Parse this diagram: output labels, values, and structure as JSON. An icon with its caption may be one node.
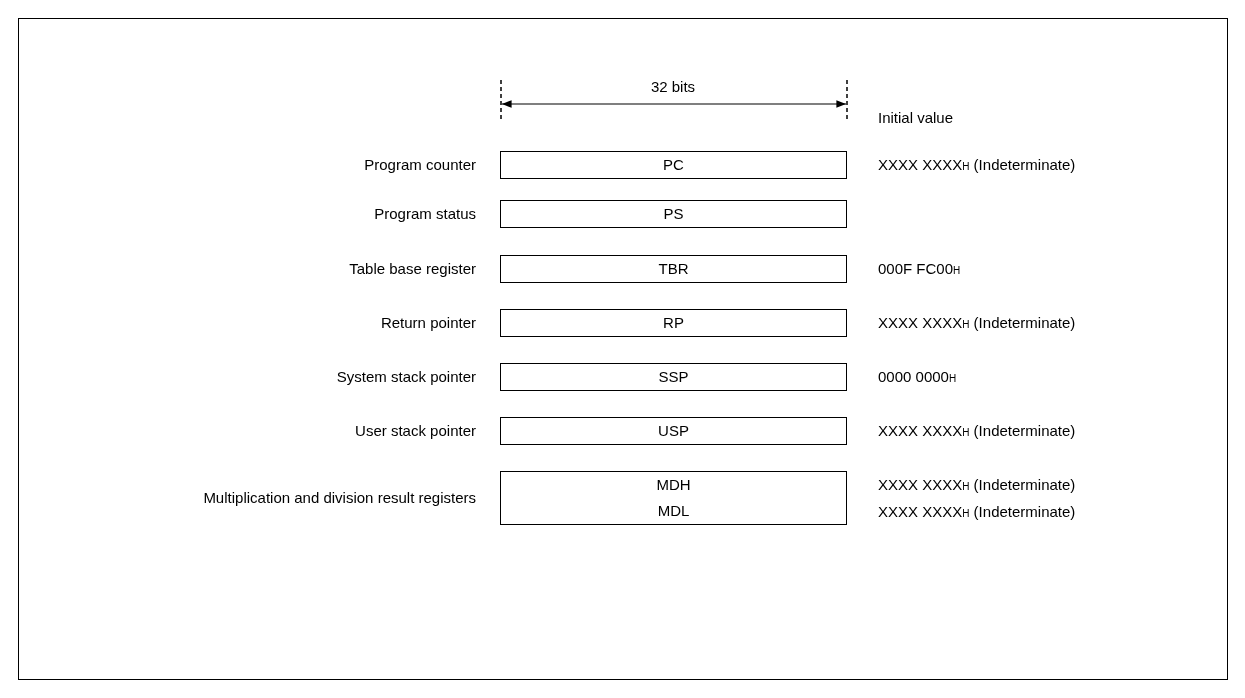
{
  "diagram": {
    "nodes": [
      {
        "text": [
          "PC"
        ],
        "beside": [
          "Program counter",
          "XXXX XXXX$_{H}$ (Indeterminate)"
        ]
      },
      {
        "text": [
          "PS"
        ],
        "beside": [
          "Program status"
        ]
      },
      {
        "text": [
          "TBR"
        ],
        "beside": [
          "Table base register",
          "000F FC00$_{H}$"
        ]
      },
      {
        "text": [
          "RP"
        ],
        "beside": [
          "Return pointer",
          "XXXX XXXX$_{H}$ (Indeterminate)"
        ]
      },
      {
        "text": [
          "SSP"
        ],
        "beside": [
          "System stack pointer",
          "0000 0000$_{H}$"
        ]
      },
      {
        "text": [
          "USP"
        ],
        "beside": [
          "User stack pointer",
          "XXXX XXXX$_{H}$ (Indeterminate)"
        ]
      },
      {
        "text": [
          "MDH"
        ],
        "beside": [
          "XXXX XXXX$_{H}$ (Indeterminate)"
        ]
      },
      {
        "text": [
          "MDL"
        ],
        "beside": [
          "XXXX XXXX$_{H}$ (Indeterminate)"
        ]
      }
    ],
    "labels": [
      "32 bits",
      "Initial value",
      "Multiplication and division result registers"
    ]
  }
}
